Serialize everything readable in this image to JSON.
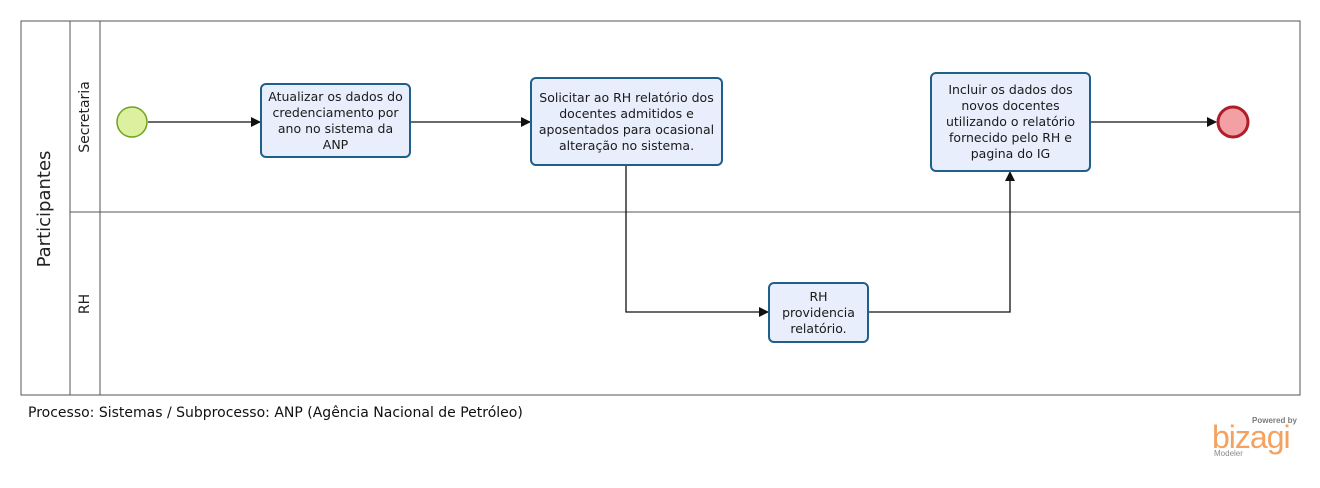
{
  "pool": {
    "label": "Participantes"
  },
  "lanes": [
    {
      "label": "Secretaria"
    },
    {
      "label": "RH"
    }
  ],
  "tasks": [
    {
      "label": "Atualizar os dados do credenciamento por ano no sistema da ANP"
    },
    {
      "label": "Solicitar ao RH relatório dos docentes admitidos e aposentados para ocasional alteração no sistema."
    },
    {
      "label": "Incluir os dados dos novos docentes utilizando o relatório fornecido pelo RH e pagina do IG"
    },
    {
      "label": "RH providencia relatório."
    }
  ],
  "footer": {
    "caption": "Processo: Sistemas / Subprocesso: ANP (Agência Nacional de Petróleo)"
  },
  "logo": {
    "powered": "Powered by",
    "brand": "bizagi",
    "product": "Modeler"
  },
  "colors": {
    "task_fill": "#e8eefb",
    "task_border": "#1f5f8b",
    "start_fill": "#dcf0a0",
    "start_border": "#6fa31f",
    "end_fill": "#f2a0a4",
    "end_border": "#b01d2a",
    "brand": "#f4a261"
  }
}
